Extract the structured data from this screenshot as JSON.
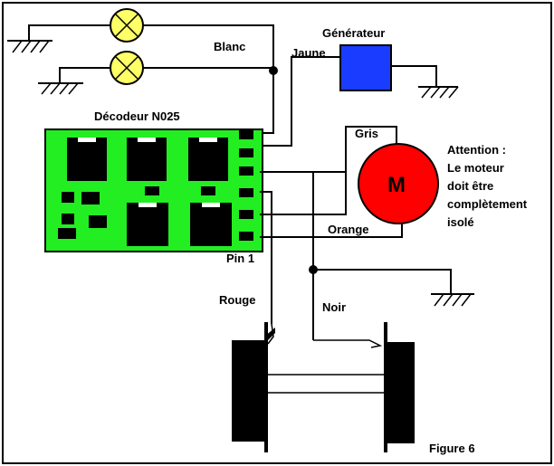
{
  "labels": {
    "blanc": "Blanc",
    "jaune": "Jaune",
    "generateur": "Générateur",
    "decodeur": "Décodeur N025",
    "gris": "Gris",
    "motor_letter": "M",
    "orange": "Orange",
    "pin1": "Pin 1",
    "rouge": "Rouge",
    "noir": "Noir",
    "figure": "Figure 6"
  },
  "attention": {
    "line1": "Attention :",
    "line2": "Le moteur",
    "line3": "doit être",
    "line4": "complètement",
    "line5": "isolé"
  },
  "colors": {
    "bulb": "#ffff66",
    "generator": "#1a3cff",
    "decoder_board": "#22ee22",
    "chip": "#000000",
    "motor": "#ff0000",
    "motor_letter": "#111111",
    "wheel": "#000000"
  }
}
